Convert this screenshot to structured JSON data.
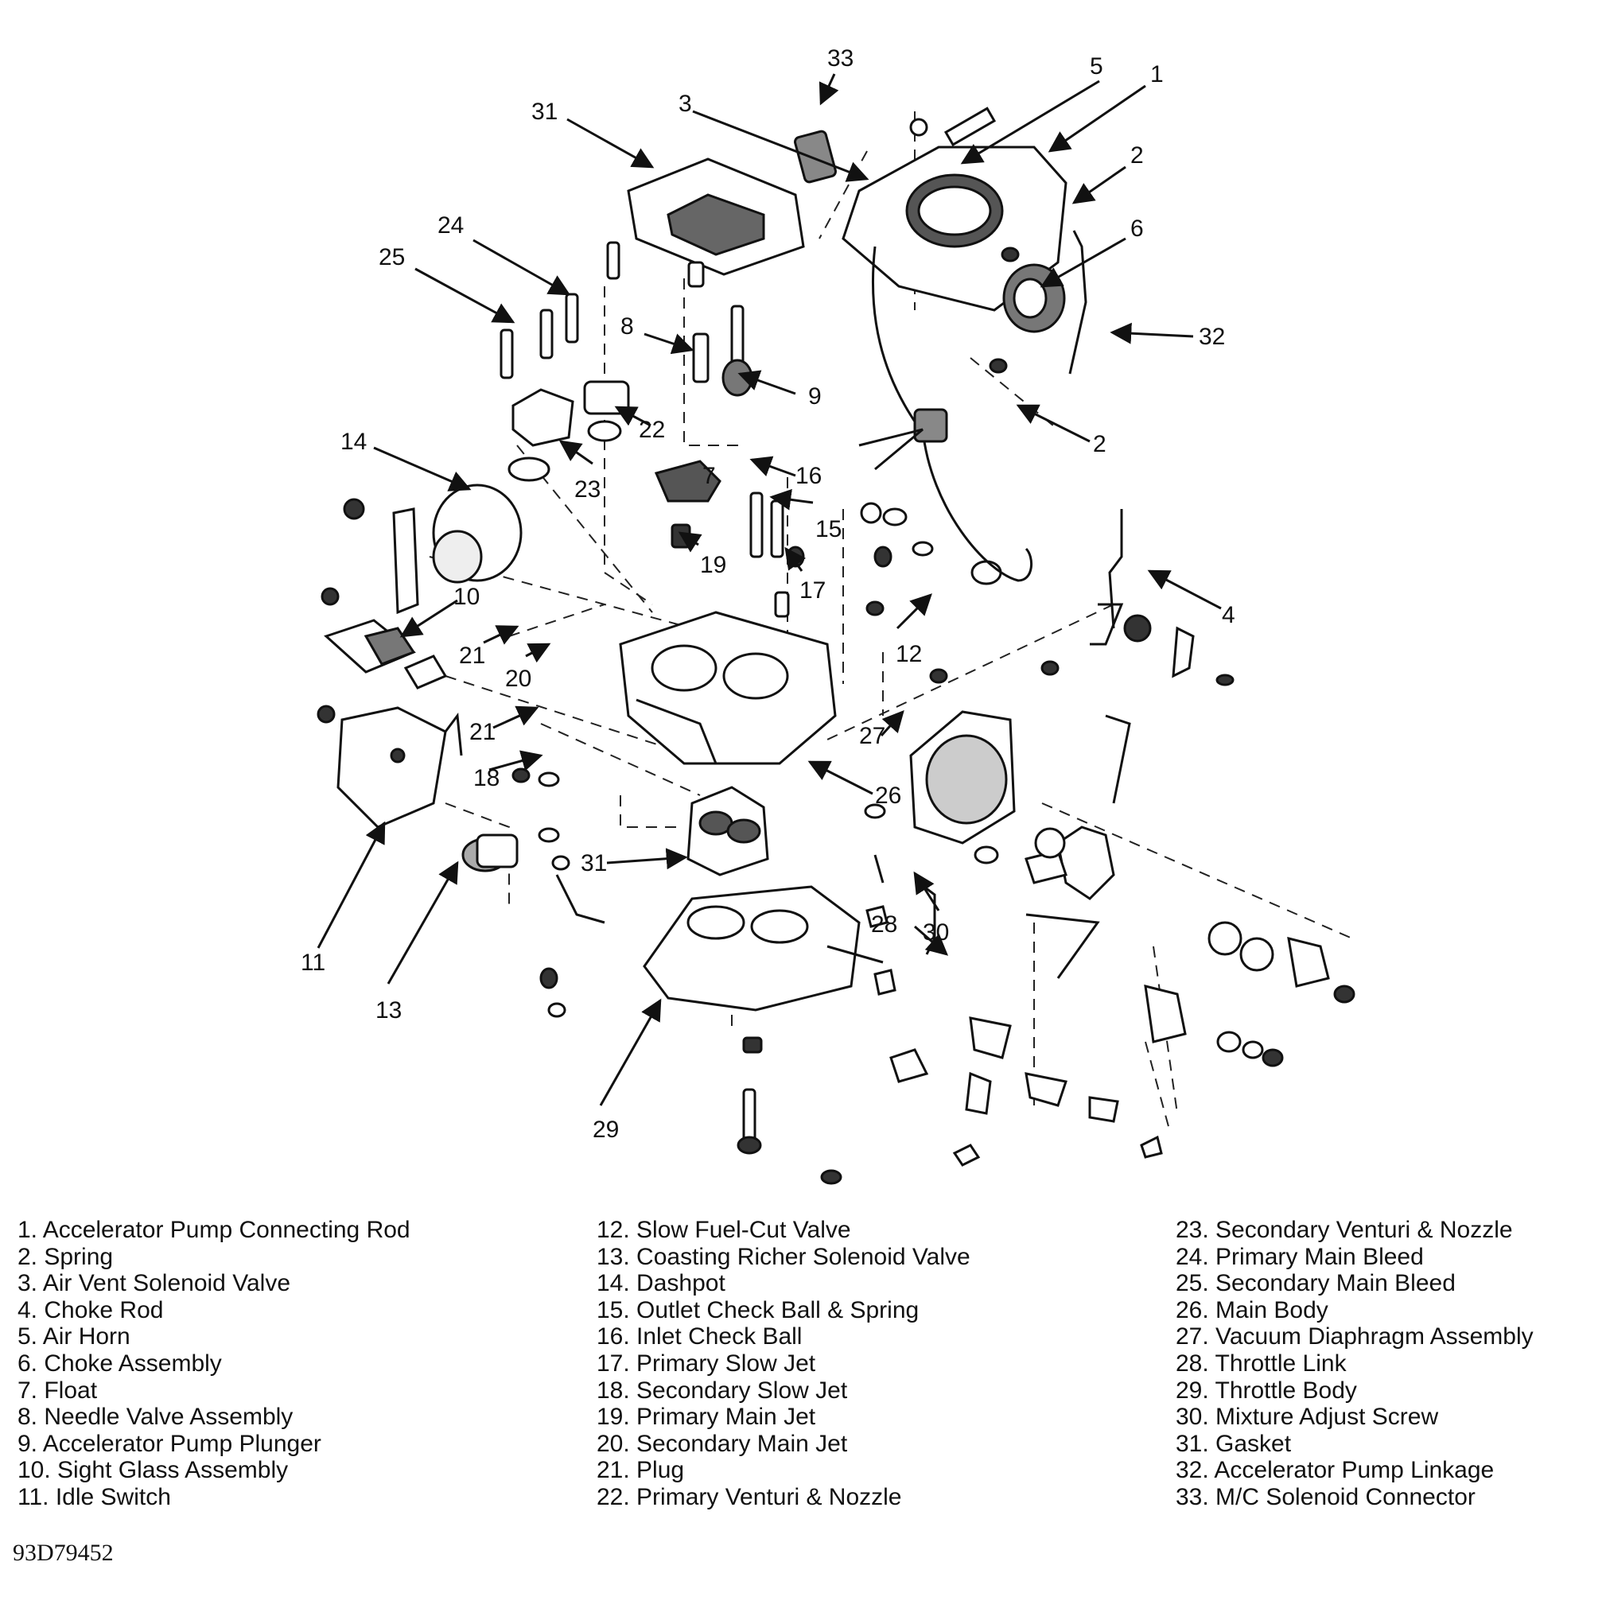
{
  "figure_id": "93D79452",
  "callouts": [
    "33",
    "5",
    "1",
    "3",
    "31",
    "2",
    "6",
    "24",
    "25",
    "8",
    "32",
    "9",
    "22",
    "2",
    "14",
    "7",
    "16",
    "23",
    "15",
    "19",
    "17",
    "10",
    "12",
    "4",
    "21",
    "20",
    "27",
    "21",
    "18",
    "26",
    "31",
    "30",
    "28",
    "11",
    "13",
    "29"
  ],
  "legend": [
    [
      "1. Accelerator Pump Connecting Rod",
      "2. Spring",
      "3. Air Vent Solenoid Valve",
      "4. Choke Rod",
      "5. Air Horn",
      "6. Choke Assembly",
      "7. Float",
      "8. Needle Valve Assembly",
      "9. Accelerator Pump Plunger",
      "10. Sight Glass Assembly",
      "11. Idle Switch"
    ],
    [
      "12. Slow Fuel-Cut Valve",
      "13. Coasting Richer Solenoid Valve",
      "14. Dashpot",
      "15. Outlet Check Ball & Spring",
      "16. Inlet Check Ball",
      "17. Primary Slow Jet",
      "18. Secondary Slow Jet",
      "19. Primary Main Jet",
      "20. Secondary Main Jet",
      "21. Plug",
      "22. Primary Venturi & Nozzle"
    ],
    [
      "23. Secondary Venturi & Nozzle",
      "24. Primary Main Bleed",
      "25. Secondary Main Bleed",
      "26. Main Body",
      "27. Vacuum Diaphragm Assembly",
      "28. Throttle Link",
      "29. Throttle Body",
      "30. Mixture Adjust Screw",
      "31. Gasket",
      "32. Accelerator Pump Linkage",
      "33. M/C Solenoid Connector"
    ]
  ]
}
